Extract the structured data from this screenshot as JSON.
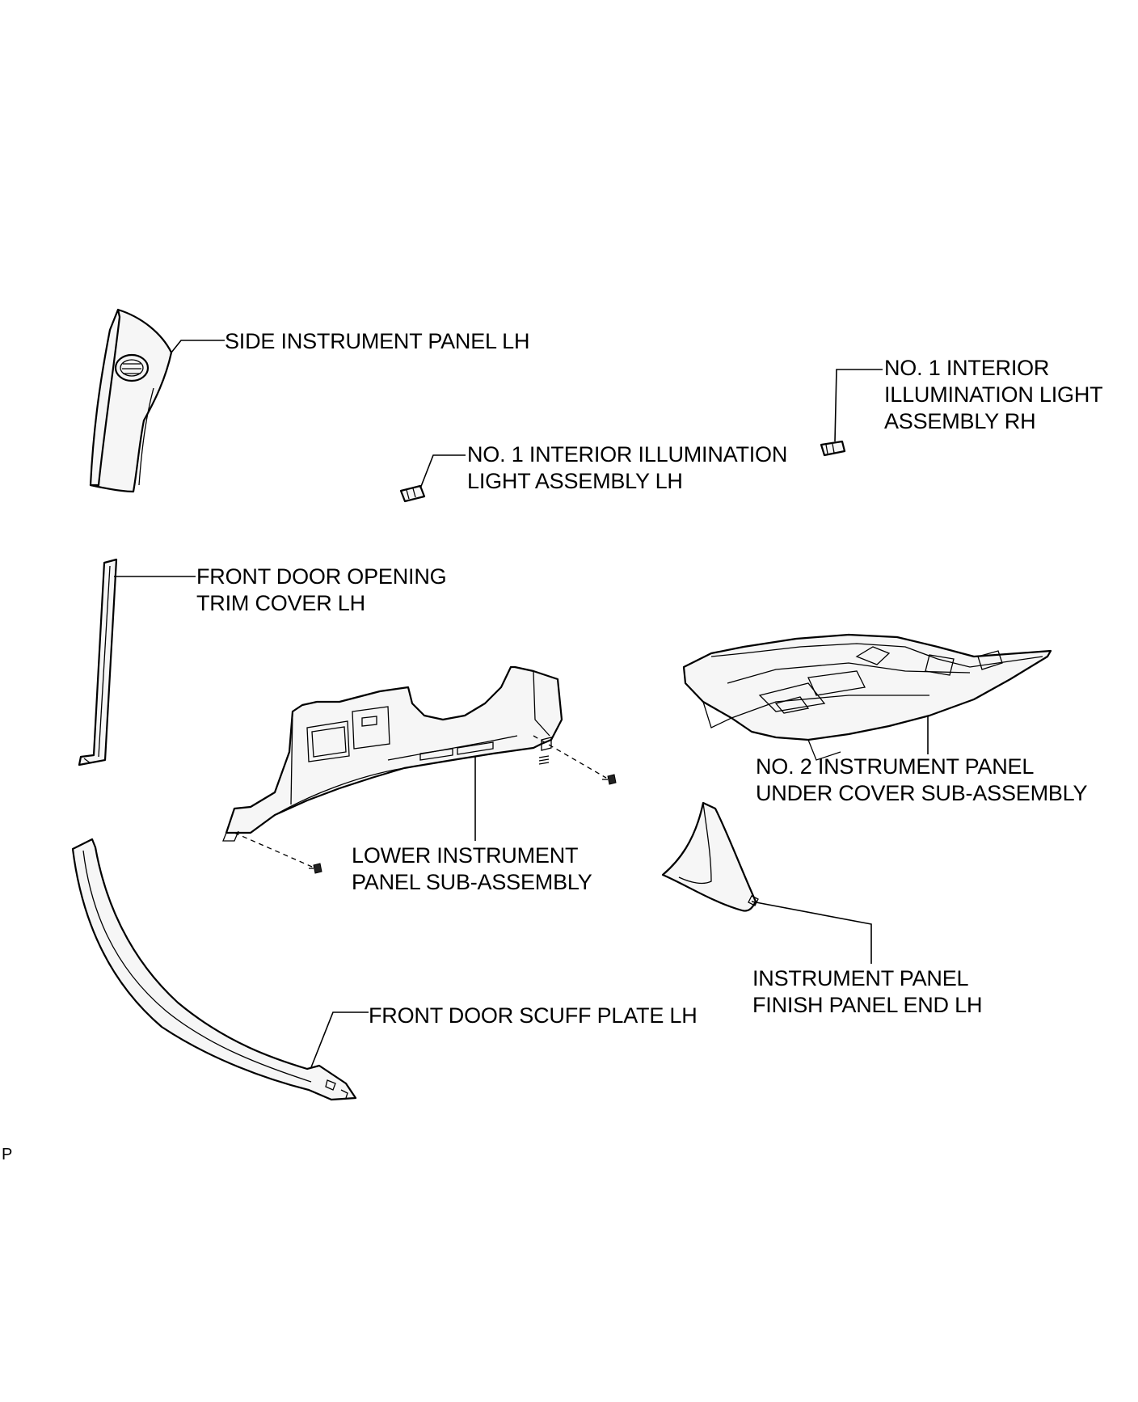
{
  "labels": {
    "side_instrument_panel_lh": [
      "SIDE INSTRUMENT PANEL LH"
    ],
    "illumination_light_rh": [
      "NO. 1 INTERIOR",
      "ILLUMINATION LIGHT",
      "ASSEMBLY RH"
    ],
    "illumination_light_lh": [
      "NO. 1 INTERIOR ILLUMINATION",
      "LIGHT ASSEMBLY LH"
    ],
    "front_door_opening_trim_cover_lh": [
      "FRONT DOOR OPENING",
      "TRIM COVER LH"
    ],
    "no2_instrument_panel_under_cover": [
      "NO. 2 INSTRUMENT PANEL",
      "UNDER COVER SUB-ASSEMBLY"
    ],
    "lower_instrument_panel": [
      "LOWER INSTRUMENT",
      "PANEL SUB-ASSEMBLY"
    ],
    "instrument_panel_finish_panel_end_lh": [
      "INSTRUMENT PANEL",
      "FINISH PANEL END LH"
    ],
    "front_door_scuff_plate_lh": [
      "FRONT DOOR SCUFF PLATE LH"
    ]
  },
  "figure_code": "P"
}
